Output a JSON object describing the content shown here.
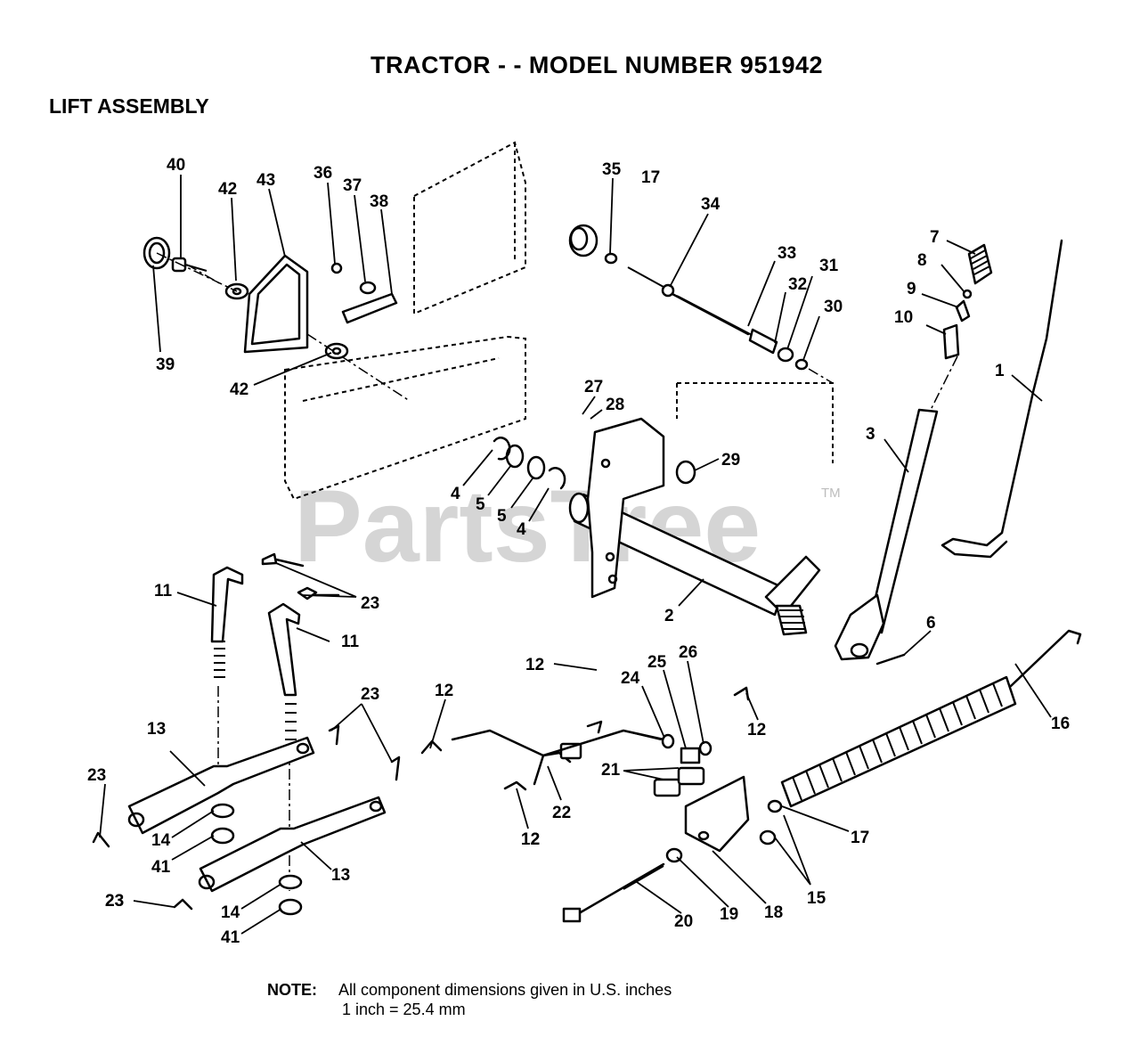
{
  "header": {
    "title": "TRACTOR - - MODEL NUMBER 951942",
    "section": "LIFT ASSEMBLY"
  },
  "watermark": {
    "text": "PartsTree",
    "tm": "TM"
  },
  "callouts": [
    "40",
    "42",
    "43",
    "36",
    "37",
    "38",
    "39",
    "42",
    "35",
    "17",
    "34",
    "33",
    "32",
    "31",
    "30",
    "7",
    "8",
    "9",
    "10",
    "1",
    "3",
    "27",
    "28",
    "29",
    "4",
    "5",
    "5",
    "4",
    "2",
    "11",
    "23",
    "11",
    "23",
    "13",
    "23",
    "23",
    "14",
    "41",
    "13",
    "23",
    "14",
    "41",
    "12",
    "12",
    "24",
    "25",
    "26",
    "12",
    "12",
    "6",
    "16",
    "21",
    "22",
    "12",
    "17",
    "15",
    "20",
    "19",
    "18"
  ],
  "note": {
    "label": "NOTE:",
    "line1": "All component dimensions given in U.S. inches",
    "line2": "1 inch = 25.4 mm"
  }
}
